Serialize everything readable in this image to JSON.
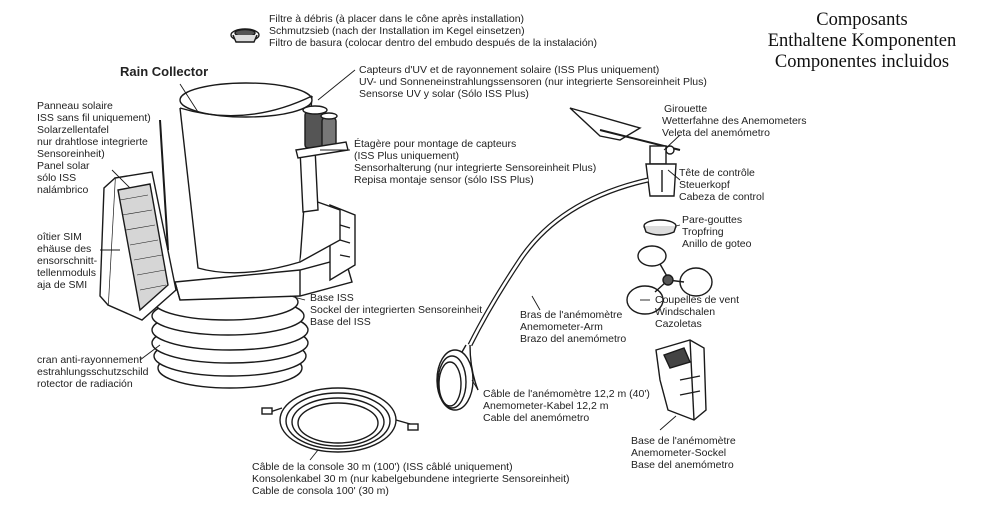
{
  "title": [
    "Composants",
    "Enthaltene Komponenten",
    "Componentes incluidos"
  ],
  "labels": {
    "debris_filter": [
      "Filtre à débris (à placer dans le cône après installation)",
      "Schmutzsieb (nach der Installation im Kegel einsetzen)",
      "Filtro de basura (colocar dentro del embudo después de la instalación)"
    ],
    "rain_collector": "Rain Collector",
    "uv_solar": [
      "Capteurs d'UV et de rayonnement solaire (ISS Plus uniquement)",
      "UV- und Sonneneinstrahlungssensoren (nur integrierte Sensoreinheit Plus)",
      "Sensorse UV y solar (Sólo ISS Plus)"
    ],
    "solar_panel": [
      "Panneau solaire",
      "ISS sans fil uniquement)",
      "Solarzellentafel",
      "nur drahtlose integrierte",
      "Sensoreinheit)",
      "Panel solar",
      "sólo ISS",
      "nalámbrico"
    ],
    "shelf": [
      "Étagère pour montage de capteurs",
      "(ISS Plus uniquement)",
      "Sensorhalterung (nur integrierte Sensoreinheit Plus)",
      "Repisa montaje sensor (sólo ISS Plus)"
    ],
    "wind_vane": [
      "Girouette",
      "Wetterfahne des Anemometers",
      "Veleta del anemómetro"
    ],
    "control_head": [
      "Tête de contrôle",
      "Steuerkopf",
      "Cabeza de control"
    ],
    "sim_box": [
      "oîtier SIM",
      "ehäuse des",
      "ensorschnitt-",
      "tellenmoduls",
      "aja de SMI"
    ],
    "drip_ring": [
      "Pare-gouttes",
      "Tropfring",
      "Anillo de goteo"
    ],
    "iss_base": [
      "Base ISS",
      "Sockel der integrierten Sensoreinheit",
      "Base del ISS"
    ],
    "cups": [
      "Coupelles de vent",
      "Windschalen",
      "Cazoletas"
    ],
    "arm": [
      "Bras de l'anémomètre",
      "Anemometer-Arm",
      "Brazo del anemómetro"
    ],
    "shield": [
      "cran anti-rayonnement",
      "estrahlungsschutzschild",
      "rotector de radiación"
    ],
    "anem_cable": [
      "Câble de l'anémomètre 12,2 m (40')",
      "Anemometer-Kabel 12,2 m",
      "Cable del anemómetro"
    ],
    "anem_base": [
      "Base de l'anémomètre",
      "Anemometer-Sockel",
      "Base del anemómetro"
    ],
    "console_cable": [
      "Câble de la console 30 m (100') (ISS câblé uniquement)",
      "Konsolenkabel 30 m (nur kabelgebundene integrierte Sensoreinheit)",
      "Cable de consola 100' (30 m)"
    ]
  },
  "colors": {
    "line": "#1a1a1a",
    "fill": "#ffffff",
    "shade": "#d9d9d9",
    "dark": "#555555"
  }
}
